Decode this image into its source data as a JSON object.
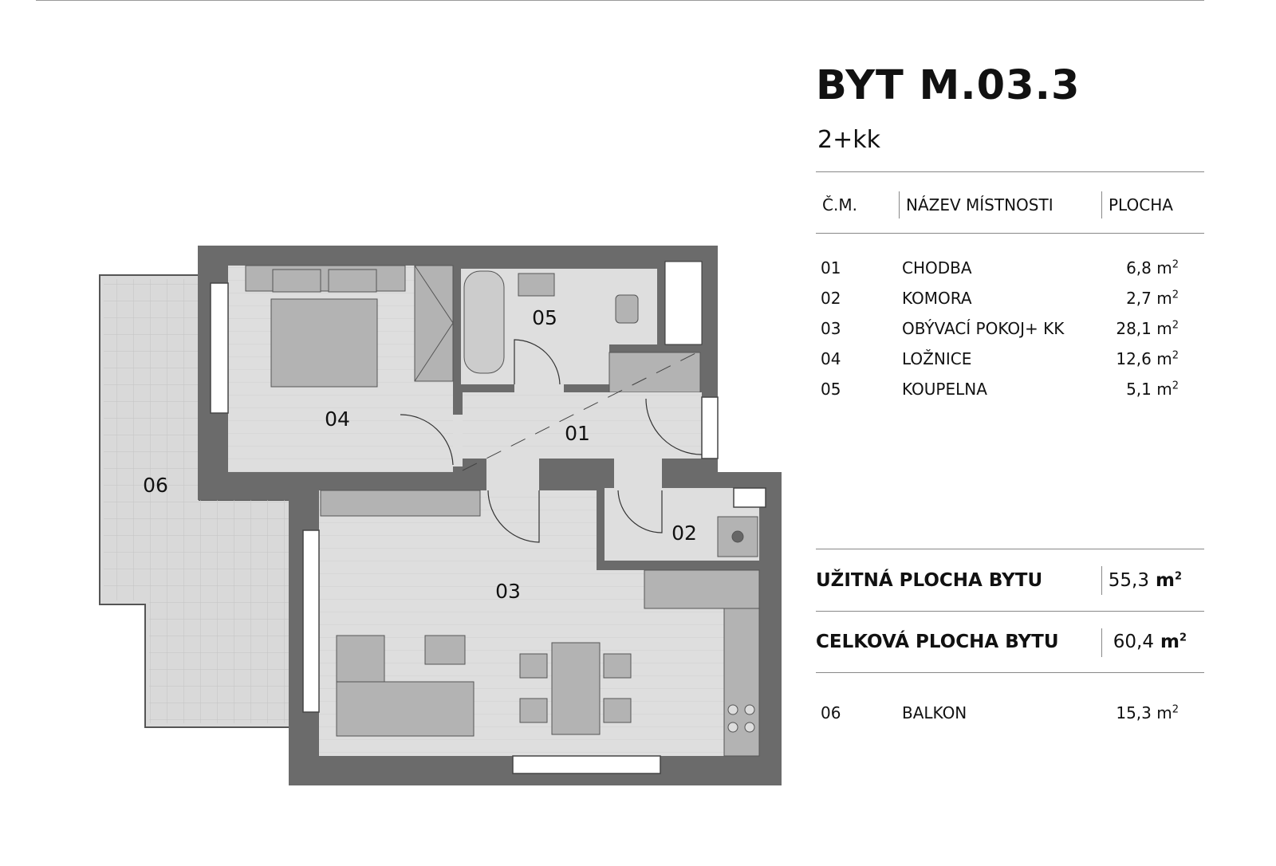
{
  "apartment": {
    "title": "BYT M.03.3",
    "layout": "2+kk"
  },
  "table": {
    "headers": {
      "number": "Č.M.",
      "name": "NÁZEV MÍSTNOSTI",
      "area": "PLOCHA"
    },
    "unit": "m",
    "unit_exp": "2",
    "rows": [
      {
        "number": "01",
        "name": "CHODBA",
        "area": "6,8"
      },
      {
        "number": "02",
        "name": "KOMORA",
        "area": "2,7"
      },
      {
        "number": "03",
        "name": "OBÝVACÍ POKOJ+ KK",
        "area": "28,1"
      },
      {
        "number": "04",
        "name": "LOŽNICE",
        "area": "12,6"
      },
      {
        "number": "05",
        "name": "KOUPELNA",
        "area": "5,1"
      }
    ],
    "usable": {
      "label": "UŽITNÁ PLOCHA BYTU",
      "area": "55,3"
    },
    "total": {
      "label": "CELKOVÁ PLOCHA BYTU",
      "area": "60,4"
    },
    "balcony": {
      "number": "06",
      "name": "BALKON",
      "area": "15,3"
    }
  },
  "plan": {
    "labels": {
      "r01": "01",
      "r02": "02",
      "r03": "03",
      "r04": "04",
      "r05": "05",
      "r06": "06"
    },
    "colors": {
      "wall": "#6b6b6b",
      "floor": "#dedede",
      "furniture": "#b3b3b3",
      "balcony": "#d9d9d9"
    }
  }
}
